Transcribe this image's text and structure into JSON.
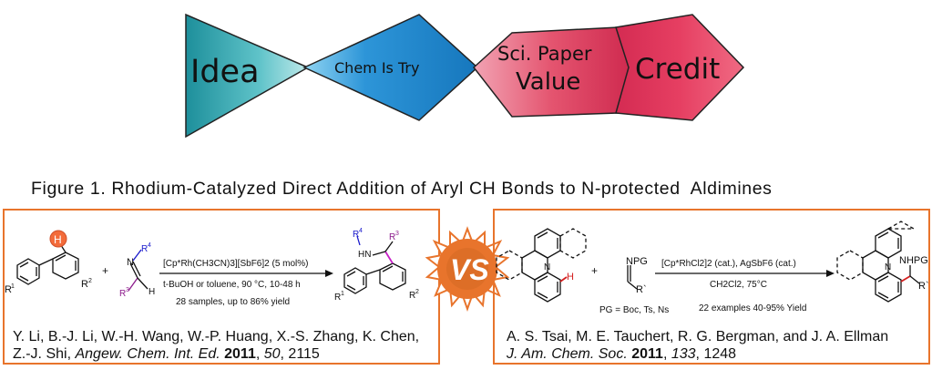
{
  "flow": {
    "stage1": "Idea",
    "stage2": "Chem Is Try",
    "stage3_line1": "Sci. Paper",
    "stage3_line2": "Value",
    "stage4": "Credit",
    "colors": {
      "teal": "#2a9aa6",
      "blue": "#2d8fd2",
      "red": "#d7345a",
      "crimson": "#e53a5f",
      "orange": "#e8742c"
    }
  },
  "figure_caption": "Figure 1. Rhodium-Catalyzed Direct Addition of Aryl CH Bonds to N-protected  Aldimines",
  "vs_label": "VS",
  "left_scheme": {
    "h_atom": "H",
    "r1": "R",
    "r1_sup": "1",
    "r2": "R",
    "r2_sup": "2",
    "plus": "+",
    "imine_n": "N",
    "r4": "R",
    "r4_sup": "4",
    "r3": "R",
    "r3_sup": "3",
    "imine_h": "H",
    "conditions_line1": "[Cp*Rh(CH3CN)3][SbF6]2 (5 mol%)",
    "conditions_line2": "t-BuOH or toluene, 90 °C, 10-48 h",
    "conditions_line3": "28 samples, up to 86% yield",
    "product_hn": "HN",
    "citation_authors_line1": "Y. Li, B.-J. Li, W.-H. Wang, W.-P. Huang, X.-S. Zhang, K. Chen,",
    "citation_authors_line2": "Z.-J. Shi,",
    "citation_journal": "Angew. Chem. Int. Ed.",
    "citation_year": "2011",
    "citation_volume": "50",
    "citation_pages": "2115"
  },
  "right_scheme": {
    "h_atom": "H",
    "n_atom": "N",
    "plus": "+",
    "reagent_npg": "NPG",
    "reagent_r": "R`",
    "pg_note": "PG = Boc, Ts, Ns",
    "conditions_line1": "[Cp*RhCl2]2 (cat.), AgSbF6 (cat.)",
    "conditions_line2": "CH2Cl2, 75°C",
    "conditions_line3": "22 examples  40-95% Yield",
    "product_nhpg": "NHPG",
    "product_r": "R`",
    "citation_authors": "A. S. Tsai, M. E. Tauchert, R. G. Bergman, and J. A. Ellman",
    "citation_journal": "J. Am. Chem. Soc.",
    "citation_year": "2011",
    "citation_volume": "133",
    "citation_pages": "1248"
  }
}
